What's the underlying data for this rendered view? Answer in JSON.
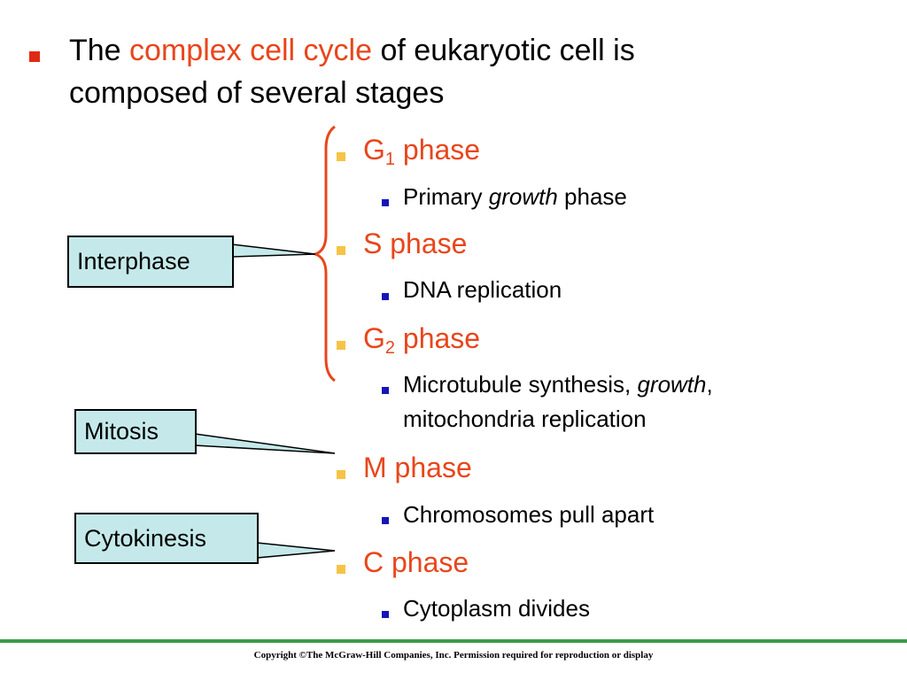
{
  "title": {
    "line1_before": "The ",
    "line1_accent": "complex cell cycle",
    "line1_after": " of eukaryotic cell is",
    "line2": "composed of several stages"
  },
  "phases": [
    {
      "name_prefix": "G",
      "name_sub": "1",
      "name_suffix": " phase",
      "detail": {
        "before": "Primary ",
        "italic": "growth",
        "after": " phase"
      }
    },
    {
      "name_prefix": "S phase",
      "name_sub": "",
      "name_suffix": "",
      "detail": {
        "text": "DNA replication"
      }
    },
    {
      "name_prefix": "G",
      "name_sub": "2",
      "name_suffix": " phase",
      "detail": {
        "before": "Microtubule synthesis, ",
        "italic": "growth",
        "after": ",",
        "line2": "mitochondria replication"
      }
    },
    {
      "name_prefix": "M phase",
      "name_sub": "",
      "name_suffix": "",
      "detail": {
        "text": "Chromosomes pull apart"
      }
    },
    {
      "name_prefix": "C phase",
      "name_sub": "",
      "name_suffix": "",
      "detail": {
        "text": "Cytoplasm divides"
      }
    }
  ],
  "callouts": {
    "interphase": "Interphase",
    "mitosis": "Mitosis",
    "cytokinesis": "Cytokinesis"
  },
  "footer": "Copyright ©The McGraw-Hill Companies, Inc. Permission required for reproduction or display",
  "colors": {
    "accent": "#e8461b",
    "callout_fill": "#c5e9ea",
    "footer_rule": "#3b9b4a",
    "bullet_blue": "#1515b8",
    "bullet_yellow": "#f6c344",
    "bullet_red": "#e02a14"
  }
}
